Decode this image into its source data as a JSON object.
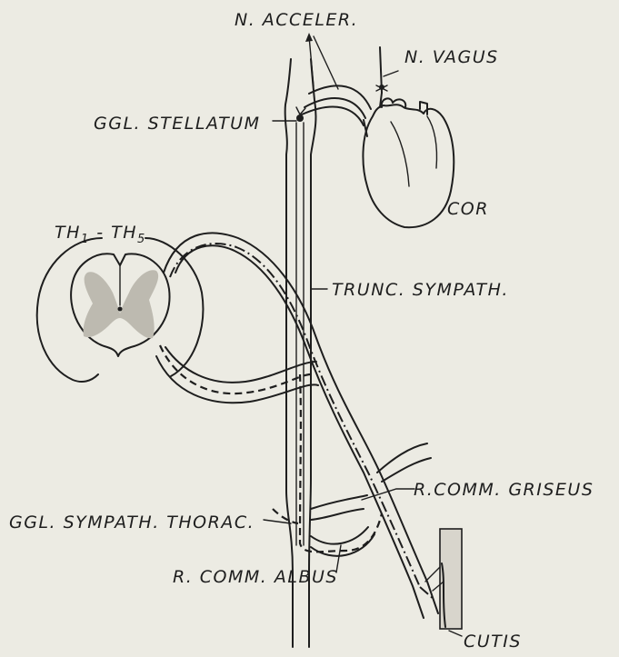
{
  "labels": {
    "n_acceler": "N. ACCELER.",
    "n_vagus": "N. VAGUS",
    "ggl_stellatum": "GGL. STELLATUM",
    "cor": "COR",
    "th_main1": "TH",
    "th_sub1": "1",
    "th_dash": " - TH",
    "th_sub2": "5",
    "trunc_sympath": "TRUNC. SYMPATH.",
    "r_comm_griseus": "R.COMM. GRISEUS",
    "ggl_sympath_thorac": "GGL. SYMPATH. THORAC.",
    "r_comm_albus": "R. COMM. ALBUS",
    "cutis": "CUTIS"
  },
  "colors": {
    "background": "#ecebe3",
    "ink": "#1e1e1e"
  }
}
